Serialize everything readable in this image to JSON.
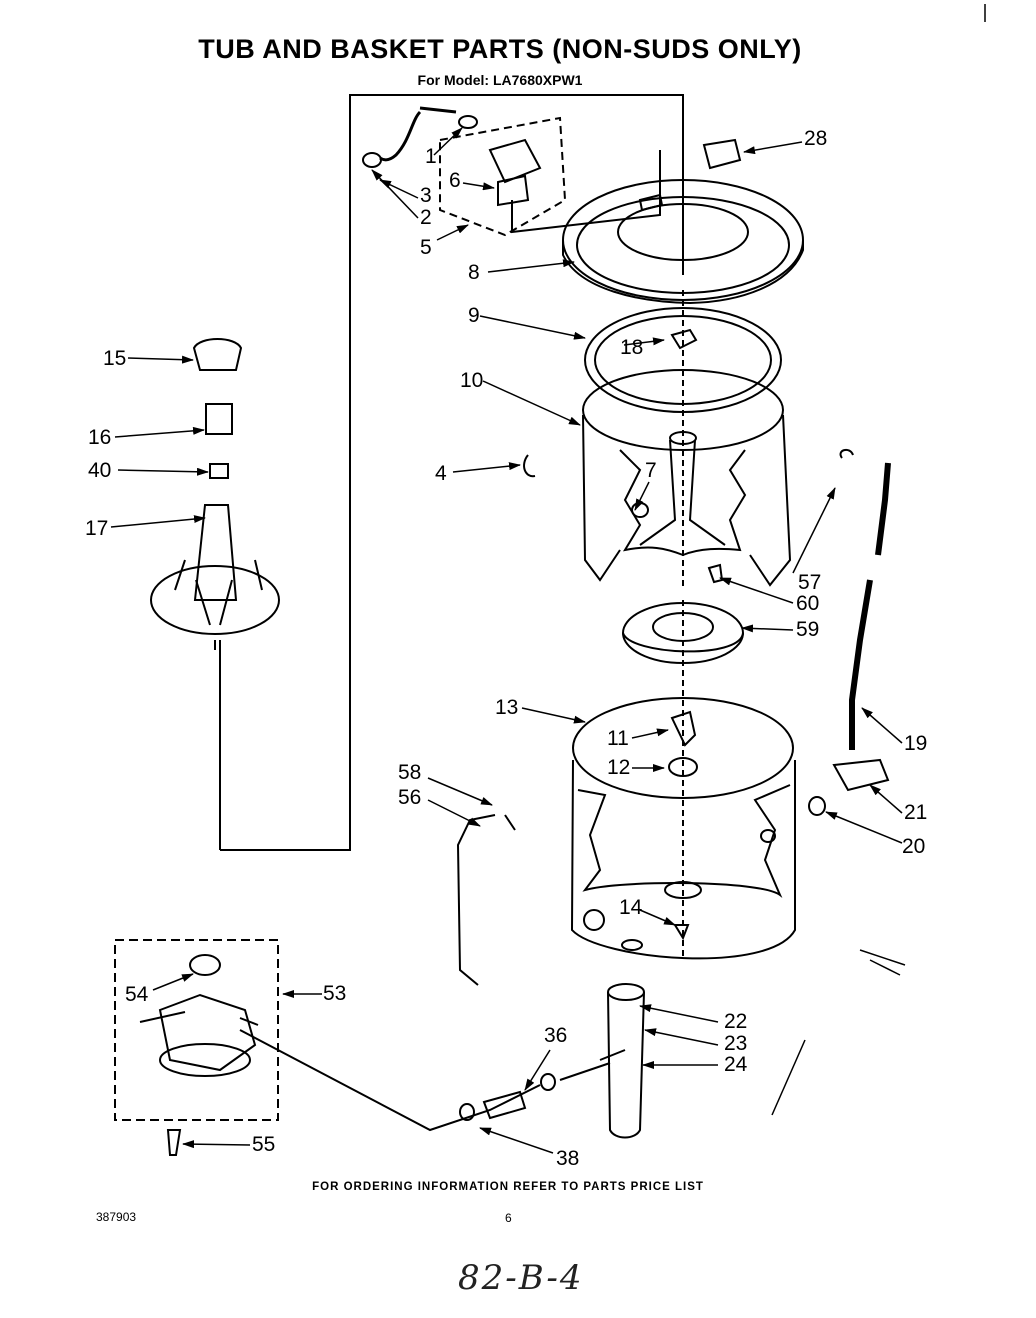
{
  "title": "TUB AND BASKET PARTS (NON-SUDS ONLY)",
  "model_line": "For Model: LA7680XPW1",
  "footer": "FOR ORDERING INFORMATION REFER TO PARTS PRICE LIST",
  "doc_number": "387903",
  "page_number": "6",
  "handwritten_note": "82-B-4",
  "callouts": {
    "p1": "1",
    "p2": "2",
    "p3": "3",
    "p4": "4",
    "p5": "5",
    "p6": "6",
    "p7": "7",
    "p8": "8",
    "p9": "9",
    "p10": "10",
    "p11": "11",
    "p12": "12",
    "p13": "13",
    "p14": "14",
    "p15": "15",
    "p16": "16",
    "p17": "17",
    "p18": "18",
    "p19": "19",
    "p20": "20",
    "p21": "21",
    "p22": "22",
    "p23": "23",
    "p24": "24",
    "p28": "28",
    "p36": "36",
    "p38": "38",
    "p40": "40",
    "p53": "53",
    "p54": "54",
    "p55": "55",
    "p56": "56",
    "p57": "57",
    "p58": "58",
    "p59": "59",
    "p60": "60"
  }
}
